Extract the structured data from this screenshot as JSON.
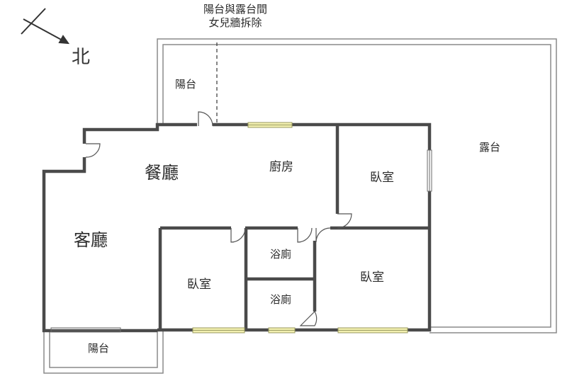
{
  "compass": {
    "north_label": "北"
  },
  "annotation": {
    "line1": "陽台與露台間",
    "line2": "女兒牆拆除"
  },
  "rooms": {
    "balcony_top": "陽台",
    "terrace": "露台",
    "dining": "餐廳",
    "kitchen": "廚房",
    "bedroom_ne": "臥室",
    "living": "客廳",
    "bath_upper": "浴廁",
    "bath_lower": "浴廁",
    "bedroom_sw": "臥室",
    "bedroom_se": "臥室",
    "balcony_bottom": "陽台"
  },
  "colors": {
    "wall": "#4a4a4a",
    "window_fill": "#f2f0b0",
    "window_frame": "#9a9a60",
    "outline": "#7a7a7a"
  }
}
